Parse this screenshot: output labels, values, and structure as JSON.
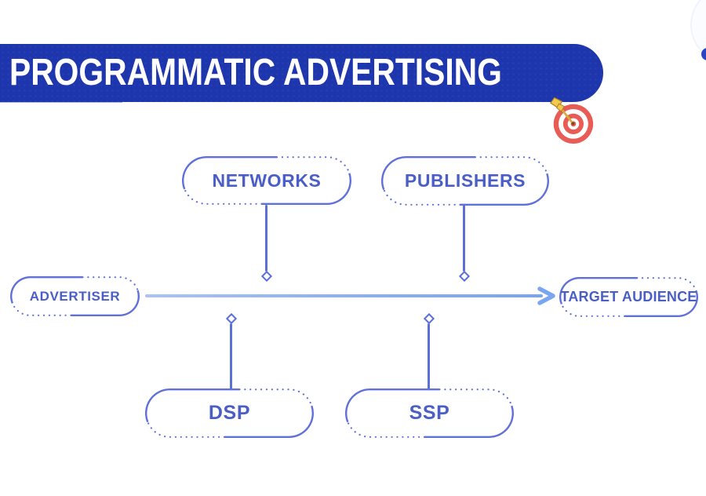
{
  "header": {
    "title": "PROGRAMMATIC ADVERTISING",
    "icon": "dartboard-target-icon",
    "banner_color": "#1d35ad",
    "title_color": "#ffffff"
  },
  "diagram": {
    "type": "flow-diagram",
    "main_flow": {
      "from": "ADVERTISER",
      "to": "TARGET AUDIENCE",
      "arrow_color_start": "#aac4f4",
      "arrow_color_end": "#79a5f1"
    },
    "nodes": [
      {
        "id": "advertiser",
        "label": "ADVERTISER",
        "position": "middle-left"
      },
      {
        "id": "networks",
        "label": "NETWORKS",
        "position": "top-left"
      },
      {
        "id": "publishers",
        "label": "PUBLISHERS",
        "position": "top-right"
      },
      {
        "id": "dsp",
        "label": "DSP",
        "position": "bottom-left"
      },
      {
        "id": "ssp",
        "label": "SSP",
        "position": "bottom-right"
      },
      {
        "id": "target_audience",
        "label": "TARGET AUDIENCE",
        "position": "middle-right"
      }
    ],
    "node_border_color": "#5f71d8",
    "node_label_color": "#4a5ec5",
    "connector_color": "#5b6fd9"
  }
}
